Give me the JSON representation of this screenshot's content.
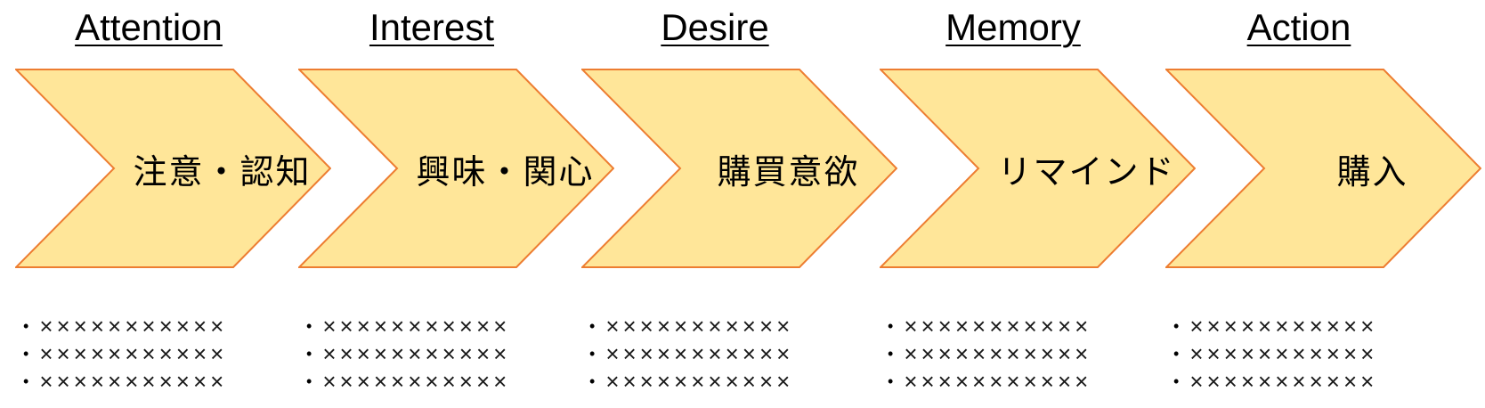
{
  "stages": [
    {
      "title_en": "Attention",
      "label_ja": "注意・認知",
      "bullets": [
        "×××××××××××",
        "×××××××××××",
        "×××××××××××"
      ]
    },
    {
      "title_en": "Interest",
      "label_ja": "興味・関心",
      "bullets": [
        "×××××××××××",
        "×××××××××××",
        "×××××××××××"
      ]
    },
    {
      "title_en": "Desire",
      "label_ja": "購買意欲",
      "bullets": [
        "×××××××××××",
        "×××××××××××",
        "×××××××××××"
      ]
    },
    {
      "title_en": "Memory",
      "label_ja": "リマインド",
      "bullets": [
        "×××××××××××",
        "×××××××××××",
        "×××××××××××"
      ]
    },
    {
      "title_en": "Action",
      "label_ja": "購入",
      "bullets": [
        "×××××××××××",
        "×××××××××××",
        "×××××××××××"
      ]
    }
  ],
  "icons": {
    "bullet": "•"
  },
  "colors": {
    "chevron_fill": "#FFE699",
    "chevron_border": "#ED7D31",
    "text": "#000000",
    "background": "#FFFFFF"
  }
}
